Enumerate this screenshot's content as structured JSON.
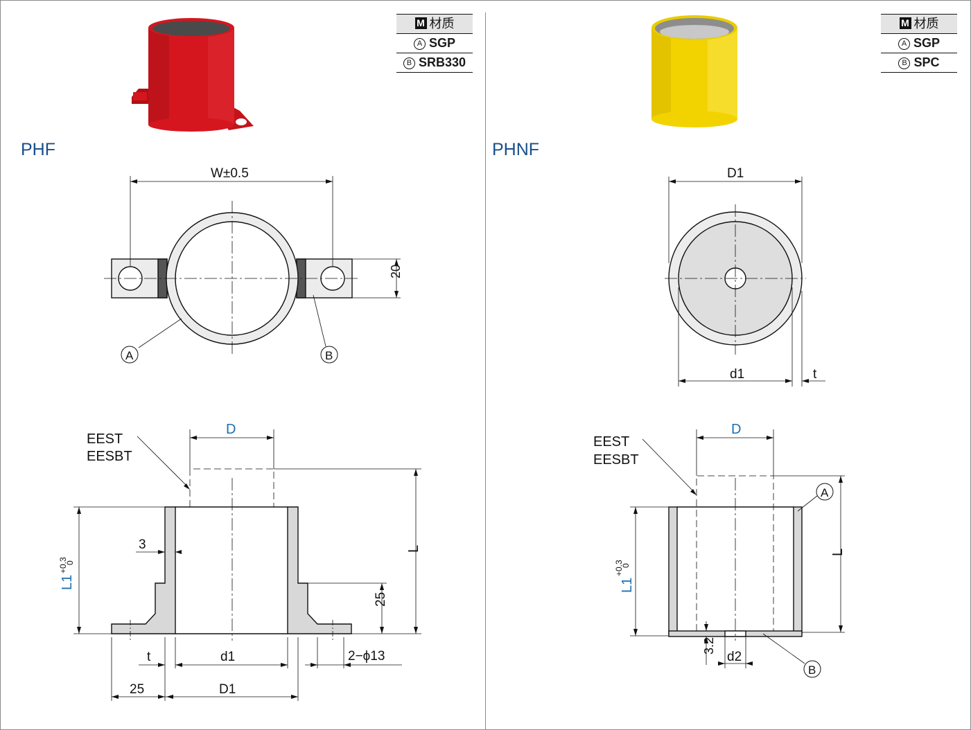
{
  "left": {
    "model": "PHF",
    "material": {
      "header": "材质",
      "header_badge": "M",
      "rows": [
        {
          "key": "A",
          "value": "SGP"
        },
        {
          "key": "B",
          "value": "SRB330"
        }
      ]
    },
    "product_color": "#d5161f",
    "labels": {
      "w_tol": "W±0.5",
      "dim_20": "20",
      "callout_a": "A",
      "callout_b": "B",
      "eest": "EEST",
      "eesbt": "EESBT",
      "d": "D",
      "l": "L",
      "l1": "L1",
      "l1_tol_plus": "+0.3",
      "l1_tol_zero": "0",
      "dim_3": "3",
      "dim_25_side": "25",
      "t": "t",
      "d1": "d1",
      "hole": "2−ϕ13",
      "dim_25_bottom": "25",
      "D1": "D1"
    }
  },
  "right": {
    "model": "PHNF",
    "material": {
      "header": "材质",
      "header_badge": "M",
      "rows": [
        {
          "key": "A",
          "value": "SGP"
        },
        {
          "key": "B",
          "value": "SPC"
        }
      ]
    },
    "product_color": "#f2d300",
    "labels": {
      "D1": "D1",
      "d1": "d1",
      "t": "t",
      "eest": "EEST",
      "eesbt": "EESBT",
      "d": "D",
      "callout_a": "A",
      "callout_b": "B",
      "l": "L",
      "l1": "L1",
      "l1_tol_plus": "+0.3",
      "l1_tol_zero": "0",
      "dim_32": "3.2",
      "d2": "d2"
    }
  }
}
